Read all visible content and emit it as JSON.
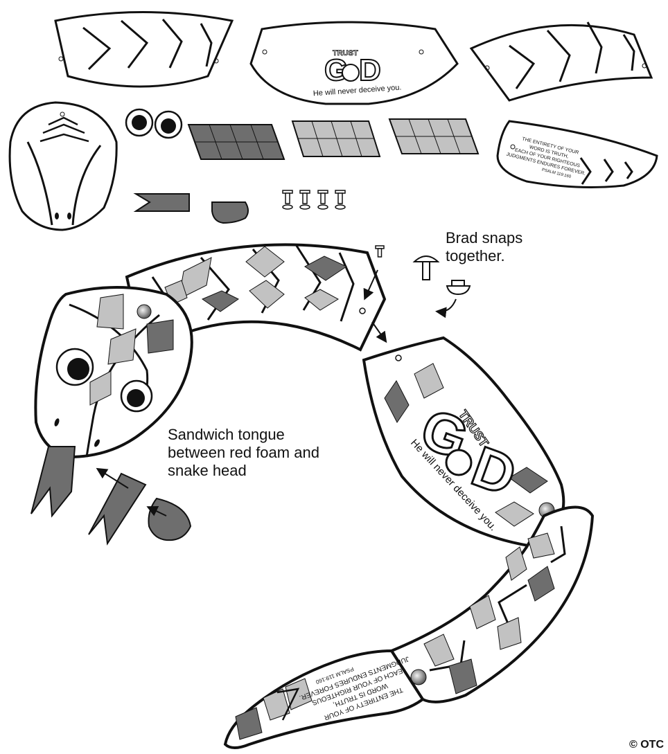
{
  "instructions": {
    "brad_label_line1": "Brad snaps",
    "brad_label_line2": "together.",
    "tongue_label_line1": "Sandwich tongue",
    "tongue_label_line2": "between red foam and",
    "tongue_label_line3": "snake head"
  },
  "piece_text": {
    "trust": "TRUST",
    "god_g": "G",
    "god_d": "D",
    "tagline": "He will never deceive you.",
    "verse_line1": "THE ENTIRETY OF YOUR",
    "verse_line2": "WORD IS TRUTH,",
    "verse_line3": "EACH OF YOUR RIGHTEOUS",
    "verse_line4": "JUDGMENTS ENDURES FOREVER.",
    "verse_ref": "PSALM 119:160"
  },
  "copyright": "© OTC",
  "colors": {
    "line": "#111111",
    "dark_gem": "#6e6e6e",
    "light_gem": "#c2c2c2",
    "paper": "#ffffff"
  }
}
